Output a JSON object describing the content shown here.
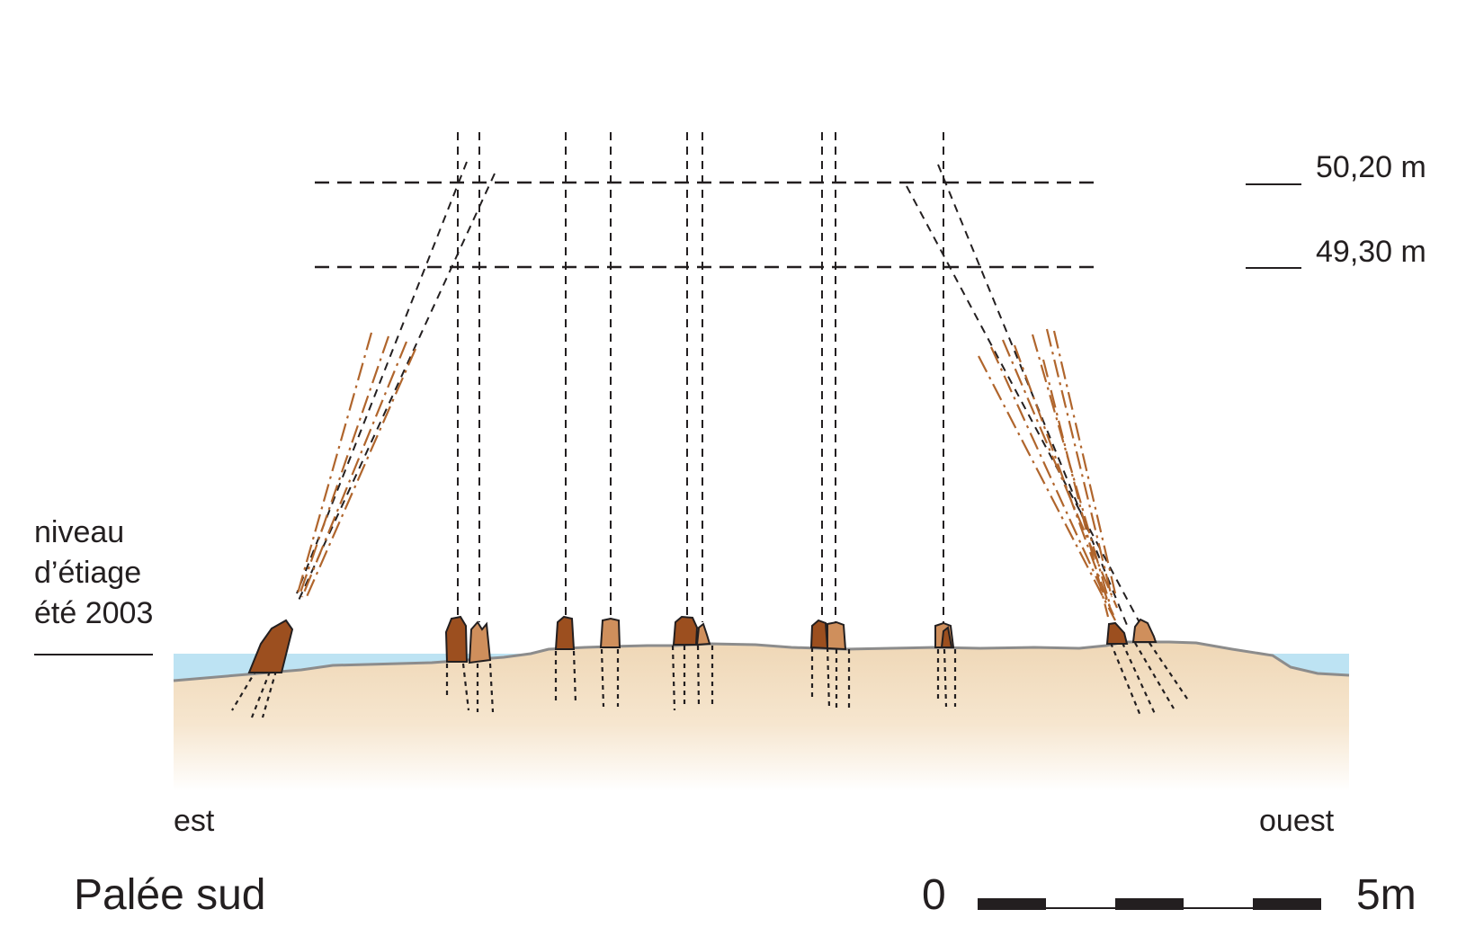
{
  "levels": {
    "upper": "50,20 m",
    "lower": "49,30 m"
  },
  "low_water": {
    "line1": "niveau",
    "line2": "d’étiage",
    "line3": "été 2003"
  },
  "orientation": {
    "left": "est",
    "right": "ouest"
  },
  "title": "Palée sud",
  "scale": {
    "start": "0",
    "end": "5m"
  },
  "colors": {
    "water": "#bde3f3",
    "ground": "#f0d9b8",
    "ground_edge": "#8c8c8c",
    "pile_dark": "#9c4f1f",
    "pile_light": "#cf8f5c",
    "brown_dash": "#b0652c",
    "ink": "#231f20"
  }
}
